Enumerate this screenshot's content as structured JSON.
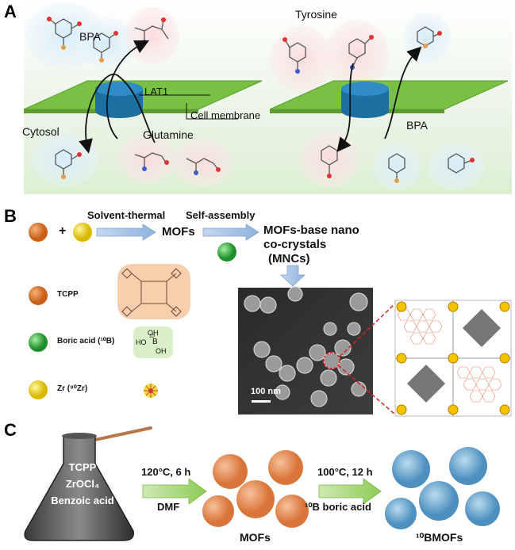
{
  "panel_a": {
    "letter": "A",
    "labels": {
      "bpa_top": "BPA",
      "lat1": "LAT1",
      "cell_membrane": "Cell membrane",
      "cytosol": "Cytosol",
      "glutamine": "Glutamine",
      "tyrosine": "Tyrosine",
      "bpa_right": "BPA"
    }
  },
  "panel_b": {
    "letter": "B",
    "plus": "+",
    "solvent_thermal": "Solvent-thermal",
    "self_assembly": "Self-assembly",
    "mofs": "MOFs",
    "mnc_line1": "MOFs-base nano",
    "mnc_line2": "co-crystals",
    "mnc_line3": "(MNCs)",
    "legend": {
      "tcpp": "TCPP",
      "boric_acid": "Boric acid (¹⁰B)",
      "zr": "Zr (⁹⁰Zr)"
    },
    "boric_formula": {
      "ho": "HO",
      "b": "B",
      "oh1": "OH",
      "oh2": "OH",
      "sup": "10"
    },
    "scale_bar": "100 nm"
  },
  "panel_c": {
    "letter": "C",
    "flask_lines": [
      "TCPP",
      "ZrOCl₄",
      "Benzoic acid"
    ],
    "step1_top": "120°C, 6 h",
    "step1_bottom": "DMF",
    "mofs": "MOFs",
    "step2_top": "100°C, 12 h",
    "step2_bottom": "¹⁰B boric acid",
    "product": "¹⁰BMOFs"
  },
  "colors": {
    "membrane": "#79c142",
    "transporter": "#2176a8",
    "blue_halo": "#cfe7f5",
    "pink_halo": "#f6d6d6",
    "tcpp": "#e07c2a",
    "boron": "#2fae3c",
    "zr": "#f2d300",
    "arrow": "#a9c4e6",
    "green_arrow": "#9fd36a",
    "mof_sphere": "#e2935d",
    "bmof_sphere": "#6ea9cf"
  }
}
